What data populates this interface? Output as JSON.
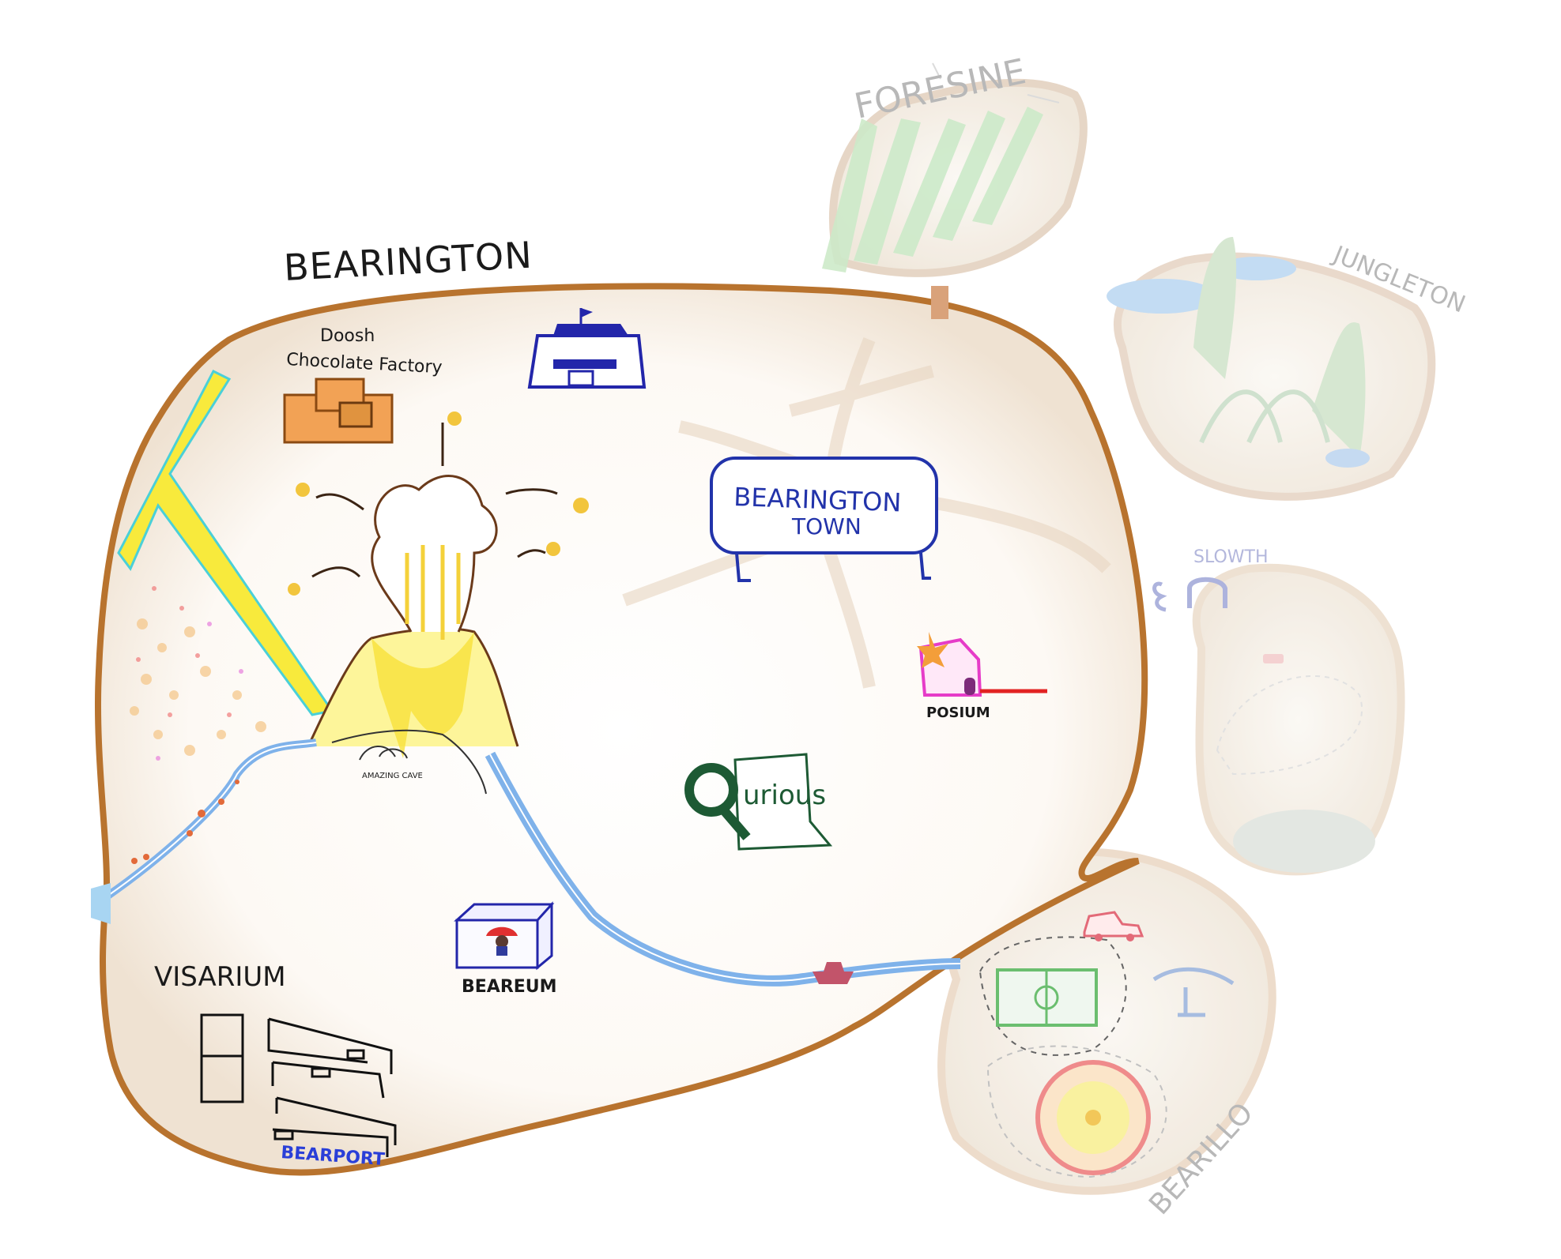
{
  "map": {
    "title": "BEARINGTON",
    "regions": {
      "foresine": "FORESINE",
      "jungleton": "JUNGLETON",
      "slowth": "SLOWTH",
      "bearillo": "BEARILLO",
      "visarium": "VISARIUM"
    },
    "places": {
      "chocolate_factory_line1": "Doosh",
      "chocolate_factory_line2": "Chocolate Factory",
      "town_sign_line1": "BEARINGTON",
      "town_sign_line2": "TOWN",
      "posium": "POSIUM",
      "curious": "urious",
      "amazing_cave": "AMAZING CAVE",
      "beareum": "BEAREUM",
      "bearport": "BEARPORT"
    },
    "colors": {
      "border": "#b8732e",
      "river": "#7fb2ea",
      "volcano": "#f7e13a",
      "sign": "#2233aa",
      "posium": "#e63cc8",
      "curious": "#1d5a34"
    }
  }
}
